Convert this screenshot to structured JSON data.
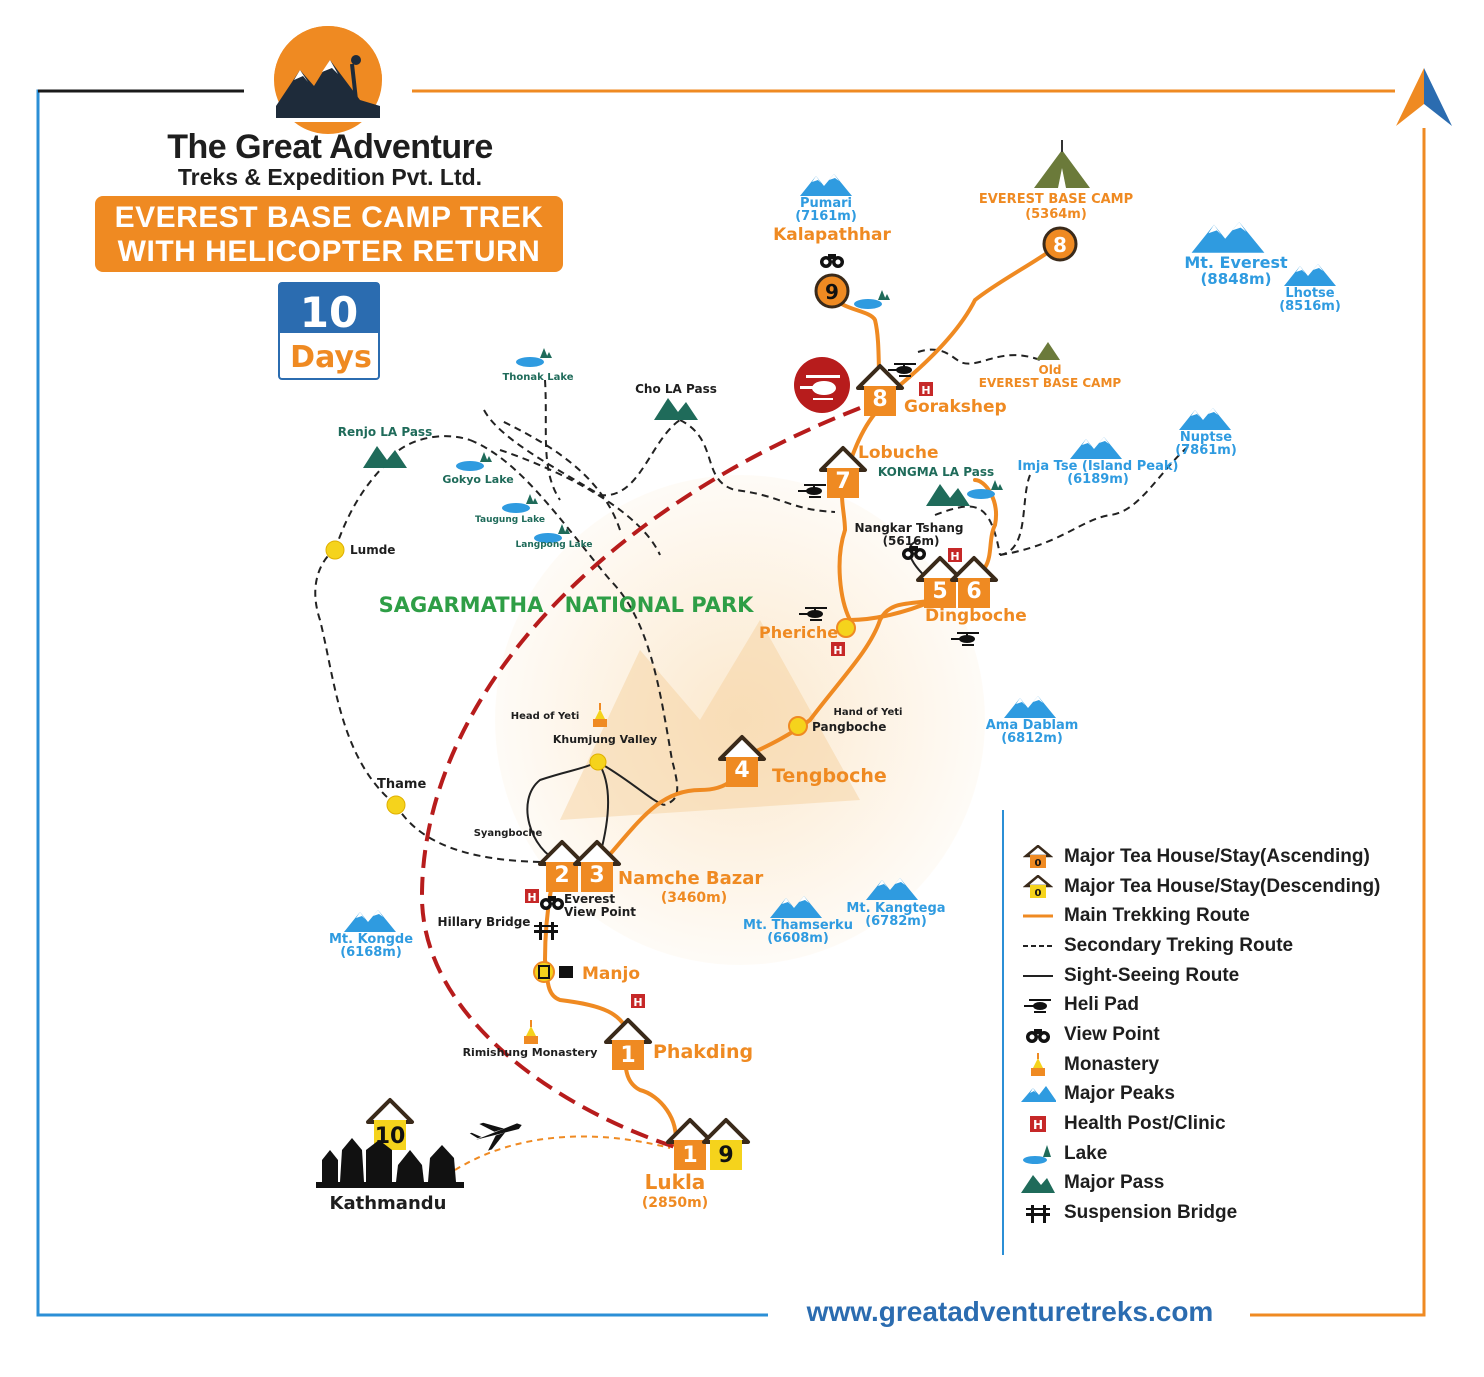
{
  "company": {
    "name": "The Great Adventure",
    "subtitle": "Treks & Expedition Pvt. Ltd."
  },
  "banner": {
    "line1": "EVEREST BASE CAMP TREK",
    "line2": "WITH HELICOPTER RETURN"
  },
  "days_badge": {
    "number": "10",
    "label": "Days"
  },
  "park_name": {
    "part1": "SAGARMATHA",
    "part2": "NATIONAL PARK"
  },
  "stops": {
    "kathmandu": {
      "label": "Kathmandu",
      "nums": [
        "10"
      ]
    },
    "lukla": {
      "label": "Lukla",
      "alt": "(2850m)",
      "nums": [
        "1",
        "9"
      ]
    },
    "phakding": {
      "label": "Phakding",
      "nums": [
        "1"
      ]
    },
    "manjo": {
      "label": "Manjo"
    },
    "namche": {
      "label": "Namche Bazar",
      "alt": "(3460m)",
      "nums": [
        "2",
        "3"
      ]
    },
    "tengboche": {
      "label": "Tengboche",
      "nums": [
        "4"
      ]
    },
    "pangboche": {
      "label": "Pangboche"
    },
    "dingboche": {
      "label": "Dingboche",
      "nums": [
        "5",
        "6"
      ]
    },
    "pheriche": {
      "label": "Pheriche"
    },
    "lobuche": {
      "label": "Lobuche",
      "nums": [
        "7"
      ]
    },
    "gorakshep": {
      "label": "Gorakshep",
      "nums": [
        "8"
      ]
    },
    "ebc_stop": {
      "nums": [
        "8"
      ]
    },
    "kala_stop": {
      "nums": [
        "9"
      ]
    }
  },
  "places": {
    "kalapatthar": "Kalapathhar",
    "ebc_name": "EVEREST BASE CAMP",
    "ebc_alt": "(5364m)",
    "old_ebc_1": "Old",
    "old_ebc_2": "EVEREST BASE CAMP",
    "thonak": "Thonak Lake",
    "cho_la": "Cho LA Pass",
    "renjo": "Renjo LA Pass",
    "gokyo": "Gokyo Lake",
    "taugung": "Taugung Lake",
    "langpong": "Langpong Lake",
    "lumde": "Lumde",
    "thame": "Thame",
    "syangboche": "Syangboche",
    "head_yeti": "Head of Yeti",
    "khumjung": "Khumjung Valley",
    "hand_yeti": "Hand of Yeti",
    "kongma": "KONGMA LA Pass",
    "nangkar_1": "Nangkar Tshang",
    "nangkar_2": "(5616m)",
    "hillary": "Hillary Bridge",
    "everest_vp_1": "Everest",
    "everest_vp_2": "View Point",
    "rimishung": "Rimishung Monastery"
  },
  "peaks": [
    {
      "id": "pumari",
      "name": "Pumari",
      "alt": "(7161m)"
    },
    {
      "id": "everest",
      "name": "Mt. Everest",
      "alt": "(8848m)"
    },
    {
      "id": "lhotse",
      "name": "Lhotse",
      "alt": "(8516m)"
    },
    {
      "id": "nuptse",
      "name": "Nuptse",
      "alt": "(7861m)"
    },
    {
      "id": "imja",
      "name": "Imja Tse (Island Peak)",
      "alt": "(6189m)"
    },
    {
      "id": "amadablam",
      "name": "Ama Dablam",
      "alt": "(6812m)"
    },
    {
      "id": "kangtega",
      "name": "Mt. Kangtega",
      "alt": "(6782m)"
    },
    {
      "id": "thamserku",
      "name": "Mt. Thamserku",
      "alt": "(6608m)"
    },
    {
      "id": "kongde",
      "name": "Mt. Kongde",
      "alt": "(6168m)"
    }
  ],
  "legend": [
    {
      "symbol": "house-orange-icon",
      "label": "Major Tea House/Stay(Ascending)"
    },
    {
      "symbol": "house-yellow-icon",
      "label": "Major Tea House/Stay(Descending)"
    },
    {
      "symbol": "main-route-line",
      "label": "Main Trekking Route"
    },
    {
      "symbol": "secondary-route-line",
      "label": "Secondary Treking Route"
    },
    {
      "symbol": "sightseeing-route-line",
      "label": "Sight-Seeing Route"
    },
    {
      "symbol": "helipad-icon",
      "label": "Heli Pad"
    },
    {
      "symbol": "binoculars-icon",
      "label": "View Point"
    },
    {
      "symbol": "monastery-icon",
      "label": "Monastery"
    },
    {
      "symbol": "peak-icon",
      "label": "Major Peaks"
    },
    {
      "symbol": "health-post-icon",
      "label": "Health Post/Clinic"
    },
    {
      "symbol": "lake-icon",
      "label": "Lake"
    },
    {
      "symbol": "pass-icon",
      "label": "Major Pass"
    },
    {
      "symbol": "bridge-icon",
      "label": "Suspension Bridge"
    }
  ],
  "symbol_markers": {
    "house_num": "0",
    "health": "H"
  },
  "website": "www.greatadventuretreks.com",
  "colors": {
    "orange": "#ef8a22",
    "blue_frame": "#2b8fd6",
    "peak_blue": "#2f9be0",
    "heli_red": "#b71c1c",
    "yellow_house": "#f5d31c",
    "pass_green": "#1f6b5a",
    "park_green": "#2e9e46"
  }
}
